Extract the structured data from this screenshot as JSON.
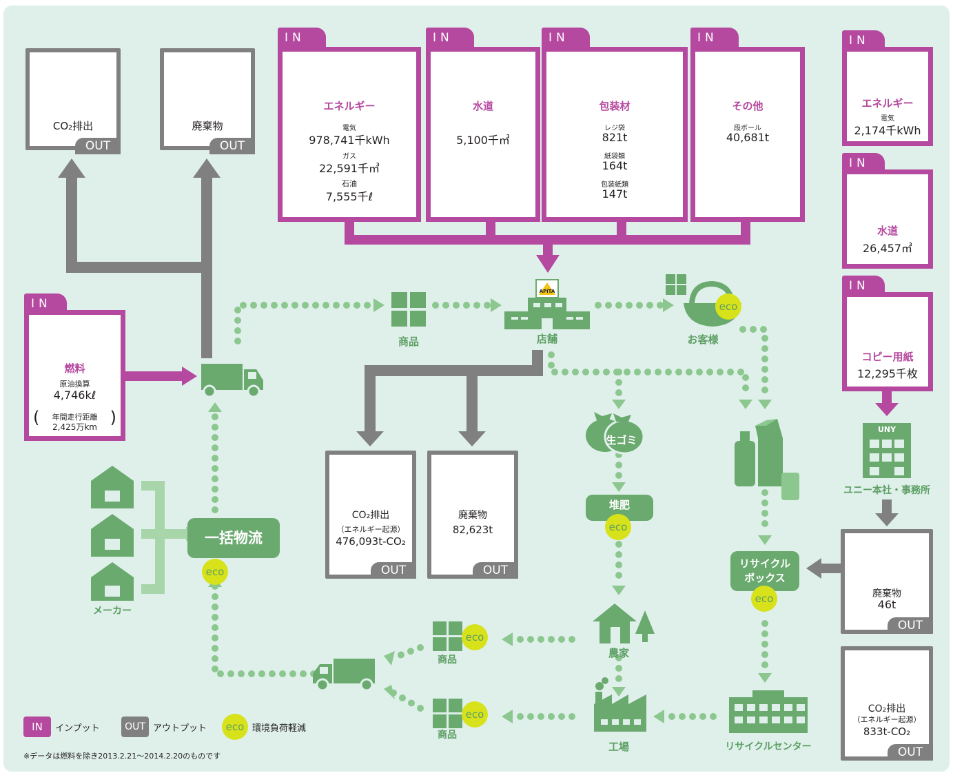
{
  "colors": {
    "background": "#dff0ea",
    "in": "#b5489f",
    "out": "#808080",
    "green": "#6aaa6f",
    "eco": "#d7e21b"
  },
  "top_out": {
    "co2": {
      "label": "CO₂排出",
      "tab": "OUT"
    },
    "waste": {
      "label": "廃棄物",
      "tab": "OUT"
    }
  },
  "in_boxes": {
    "tab": "IN",
    "energy": {
      "title": "エネルギー",
      "l1": "電気",
      "v1": "978,741千kWh",
      "l2": "ガス",
      "v2": "22,591千㎥",
      "l3": "石油",
      "v3": "7,555千ℓ"
    },
    "water": {
      "title": "水道",
      "v1": "5,100千㎥"
    },
    "packaging": {
      "title": "包装材",
      "l1": "レジ袋",
      "v1": "821t",
      "l2": "紙袋類",
      "v2": "164t",
      "l3": "包装紙類",
      "v3": "147t"
    },
    "other": {
      "title": "その他",
      "l1": "段ボール",
      "v1": "40,681t"
    }
  },
  "fuel": {
    "tab": "IN",
    "title": "燃料",
    "l1": "原油換算",
    "v1": "4,746kℓ",
    "note1": "年間走行距離",
    "note2": "2,425万km"
  },
  "right_in": {
    "energy": {
      "tab": "IN",
      "title": "エネルギー",
      "l1": "電気",
      "v1": "2,174千kWh"
    },
    "water": {
      "tab": "IN",
      "title": "水道",
      "v1": "26,457㎥"
    },
    "paper": {
      "tab": "IN",
      "title": "コピー用紙",
      "v1": "12,295千枚"
    }
  },
  "uny": {
    "sign": "UNY",
    "label": "ユニー本社・事務所"
  },
  "right_out": {
    "waste": {
      "label": "廃棄物",
      "v1": "46t",
      "tab": "OUT"
    },
    "co2": {
      "label": "CO₂排出",
      "sub": "（エネルギー起源）",
      "v1": "833t-CO₂",
      "tab": "OUT"
    }
  },
  "mid_out": {
    "co2": {
      "label": "CO₂排出",
      "sub": "（エネルギー起源）",
      "v1": "476,093t-CO₂",
      "tab": "OUT"
    },
    "waste": {
      "label": "廃棄物",
      "v1": "82,623t",
      "tab": "OUT"
    }
  },
  "flow": {
    "product": "商品",
    "store": "店舗",
    "store_sign": "APiTA",
    "customer": "お客様",
    "maker": "メーカー",
    "logistics": "一括物流",
    "food_waste": "生ゴミ",
    "compost": "堆肥",
    "farm": "農家",
    "recycle_box1": "リサイクル",
    "recycle_box2": "ボックス",
    "factory": "工場",
    "recycle_center": "リサイクルセンター",
    "product2": "商品",
    "product3": "商品",
    "eco": "eco"
  },
  "legend": {
    "in_tag": "IN",
    "in_label": "インプット",
    "out_tag": "OUT",
    "out_label": "アウトプット",
    "eco_tag": "eco",
    "eco_label": "環境負荷軽減",
    "note": "※データは燃料を除き2013.2.21～2014.2.20のものです"
  }
}
